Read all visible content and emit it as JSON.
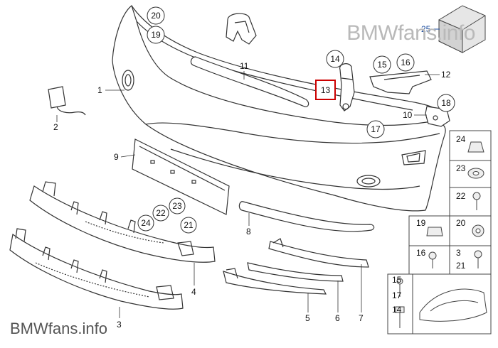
{
  "watermarks": {
    "top": "BMWfans.info",
    "bottom": "BMWfans.info"
  },
  "highlight_color": "#cc0000",
  "link_color": "#1f4fa0",
  "callouts": {
    "c1": "1",
    "c2": "2",
    "c3": "3",
    "c4": "4",
    "c5": "5",
    "c6": "6",
    "c7": "7",
    "c8": "8",
    "c9": "9",
    "c10": "10",
    "c11": "11",
    "c12": "12",
    "c13": "13",
    "c14": "14",
    "c15": "15",
    "c16": "16",
    "c17": "17",
    "c18": "18",
    "c19": "19",
    "c20": "20",
    "c21": "21",
    "c22": "22",
    "c23": "23",
    "c24": "24",
    "c25": "25"
  },
  "side_panel": {
    "r24": "24",
    "r23": "23",
    "r22": "22",
    "r19": "19",
    "r20": "20",
    "r16": "16",
    "r3": "3",
    "r21": "21",
    "r15": "15",
    "r17": "17",
    "r14": "14"
  }
}
